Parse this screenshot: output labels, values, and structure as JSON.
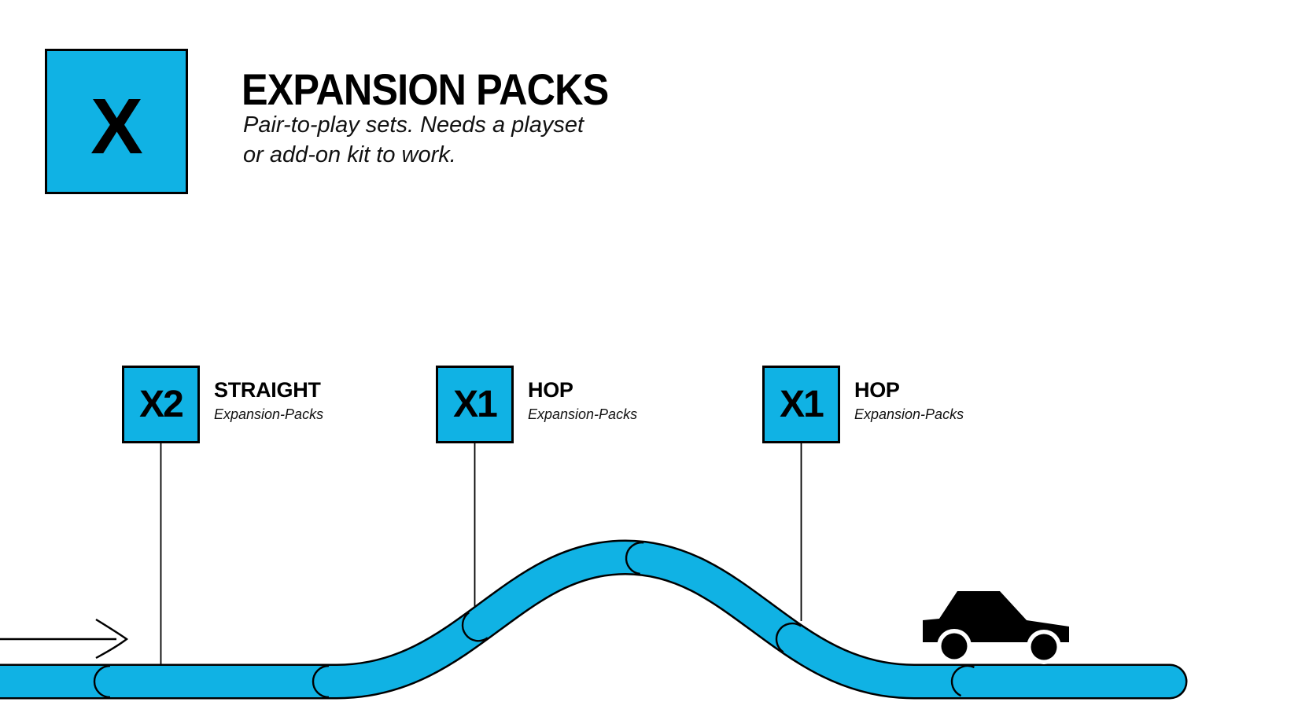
{
  "header": {
    "symbol": "X",
    "title": "EXPANSION PACKS",
    "subtitle_line1": "Pair-to-play sets. Needs a playset",
    "subtitle_line2": "or add-on kit to work."
  },
  "items": [
    {
      "count": "X2",
      "name": "STRAIGHT",
      "category": "Expansion-Packs"
    },
    {
      "count": "X1",
      "name": "HOP",
      "category": "Expansion-Packs"
    },
    {
      "count": "X1",
      "name": "HOP",
      "category": "Expansion-Packs"
    }
  ],
  "icons": {
    "arrow": "right-direction-arrow",
    "vehicle": "car"
  },
  "colors": {
    "accent": "#10B2E4",
    "outline": "#000000",
    "background": "#FFFFFF"
  },
  "track": {
    "segment_divider_xs": [
      140,
      418,
      608,
      816,
      1007,
      1230
    ],
    "shape": "flat-hop-flat"
  }
}
